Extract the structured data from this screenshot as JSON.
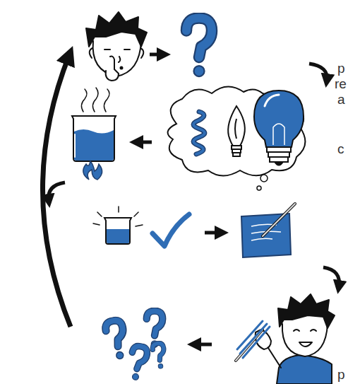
{
  "diagram": {
    "labels": [
      "p",
      "re",
      "a",
      "c",
      "p"
    ]
  }
}
